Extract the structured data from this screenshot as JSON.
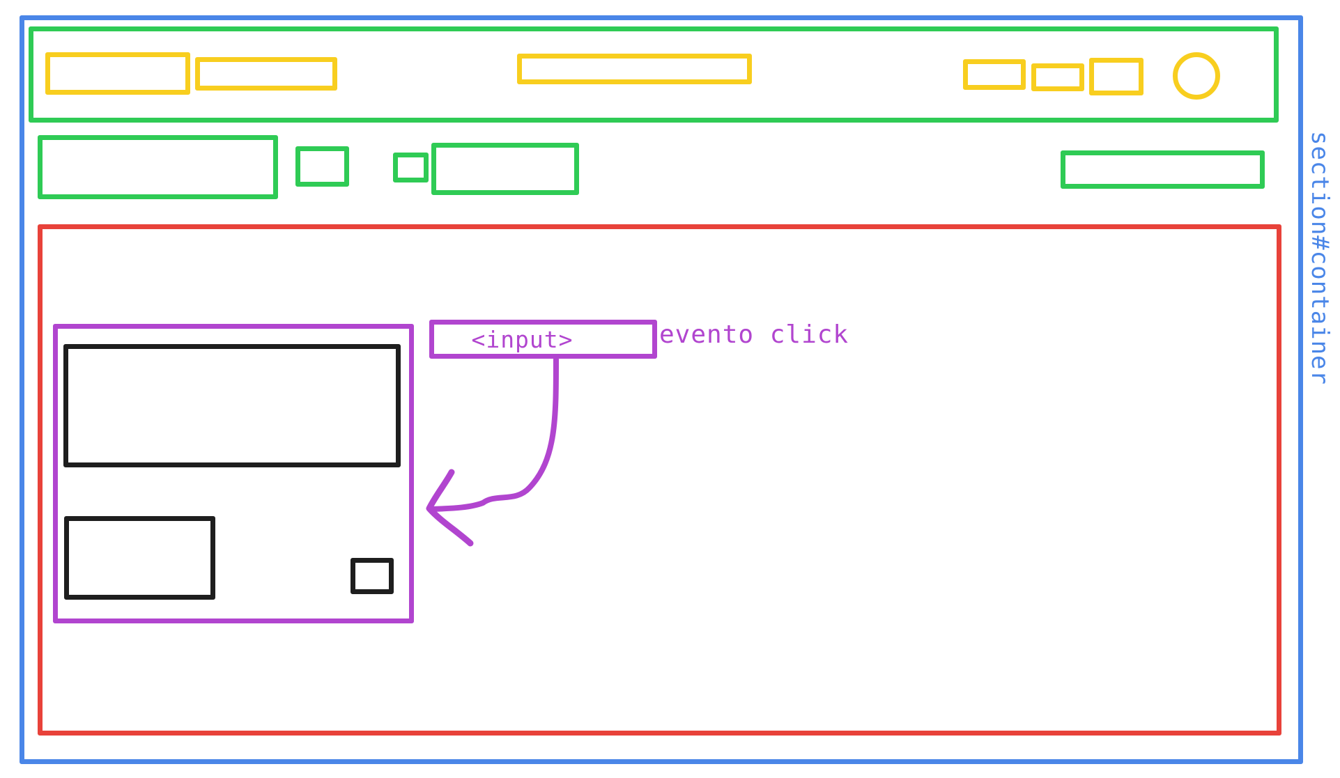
{
  "container": {
    "label": "section#container",
    "color": "#4A86E8"
  },
  "header": {
    "color": "#2FCB55",
    "items_color": "#F8CE1F"
  },
  "toolbar": {
    "color": "#2FCB55"
  },
  "main": {
    "color": "#E8423A"
  },
  "component": {
    "color": "#B145CF",
    "inner_color": "#1E1E1E"
  },
  "input_box": {
    "text": "<input>"
  },
  "event": {
    "text": "evento click"
  }
}
